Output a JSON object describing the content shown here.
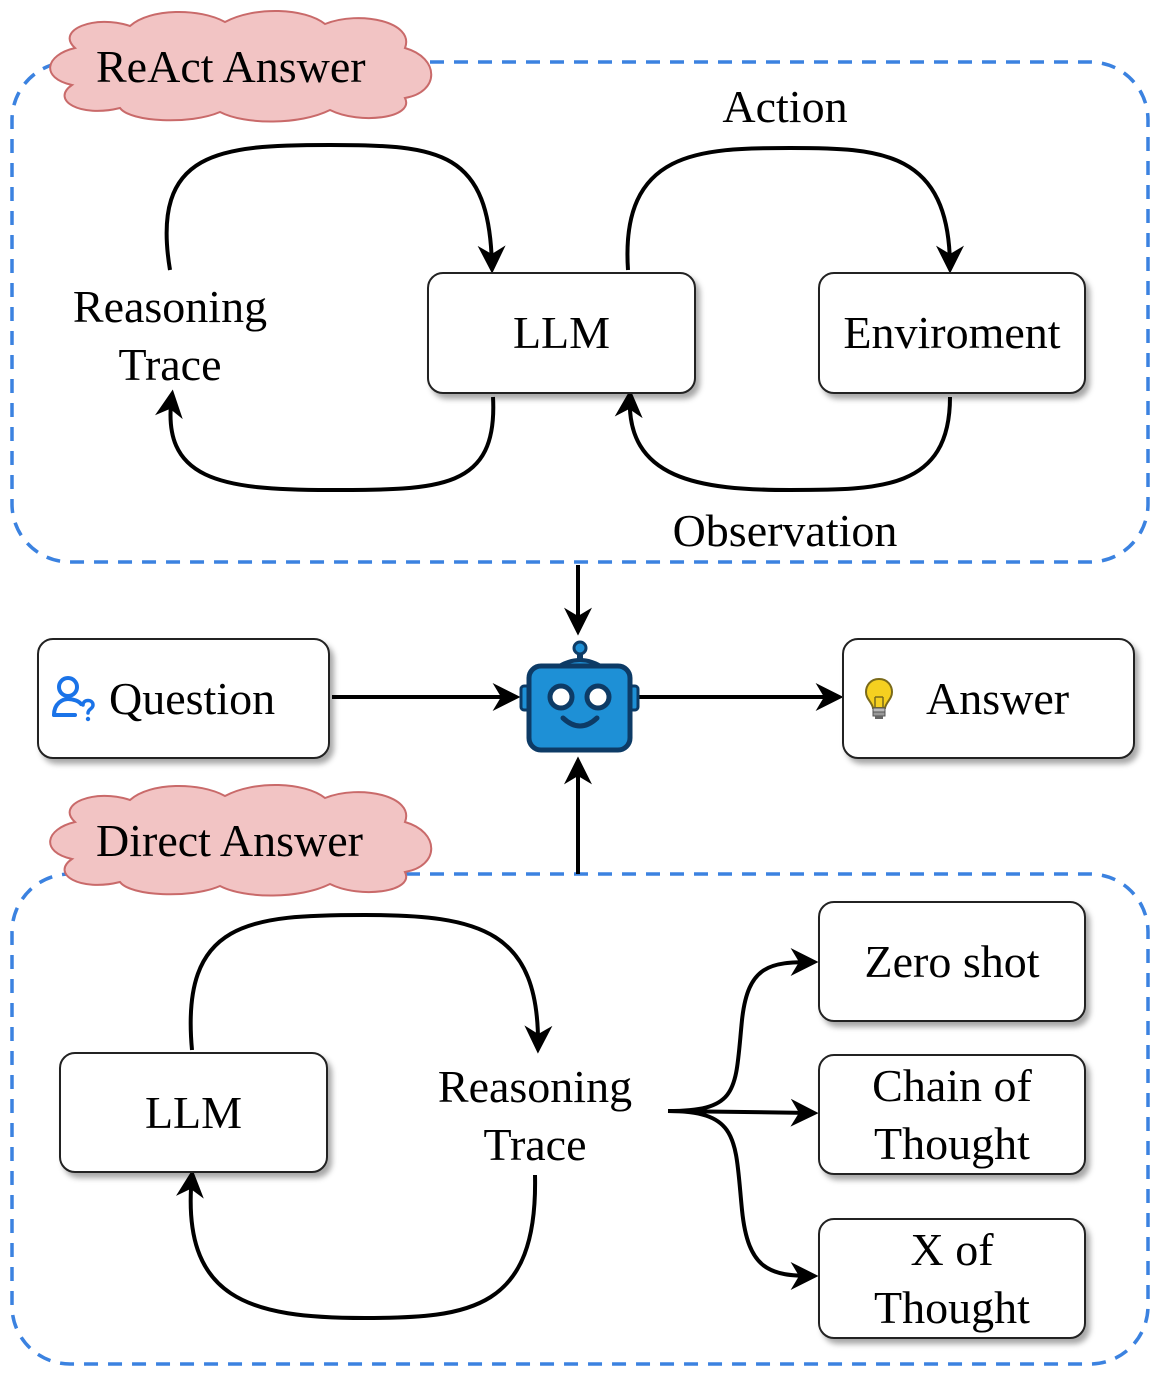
{
  "react_section": {
    "tag": "ReAct Answer",
    "action_label": "Action",
    "observation_label": "Observation",
    "reasoning_line1": "Reasoning",
    "reasoning_line2": "Trace",
    "llm_label": "LLM",
    "environment_label": "Enviroment"
  },
  "middle": {
    "question_label": "Question",
    "answer_label": "Answer",
    "robot_icon": "robot-icon",
    "question_icon": "user-question-icon",
    "answer_icon": "lightbulb-icon"
  },
  "direct_section": {
    "tag": "Direct Answer",
    "llm_label": "LLM",
    "reasoning_line1": "Reasoning",
    "reasoning_line2": "Trace",
    "methods": [
      {
        "line1": "Zero shot",
        "line2": ""
      },
      {
        "line1": "Chain of",
        "line2": "Thought"
      },
      {
        "line1": "X of",
        "line2": "Thought"
      }
    ]
  },
  "colors": {
    "dashed_border": "#3b82e0",
    "cloud_fill": "#f2c4c4",
    "cloud_stroke": "#c96a6a",
    "robot_body": "#1e90d6",
    "robot_dark": "#0d3b66",
    "bulb": "#f5d020"
  }
}
